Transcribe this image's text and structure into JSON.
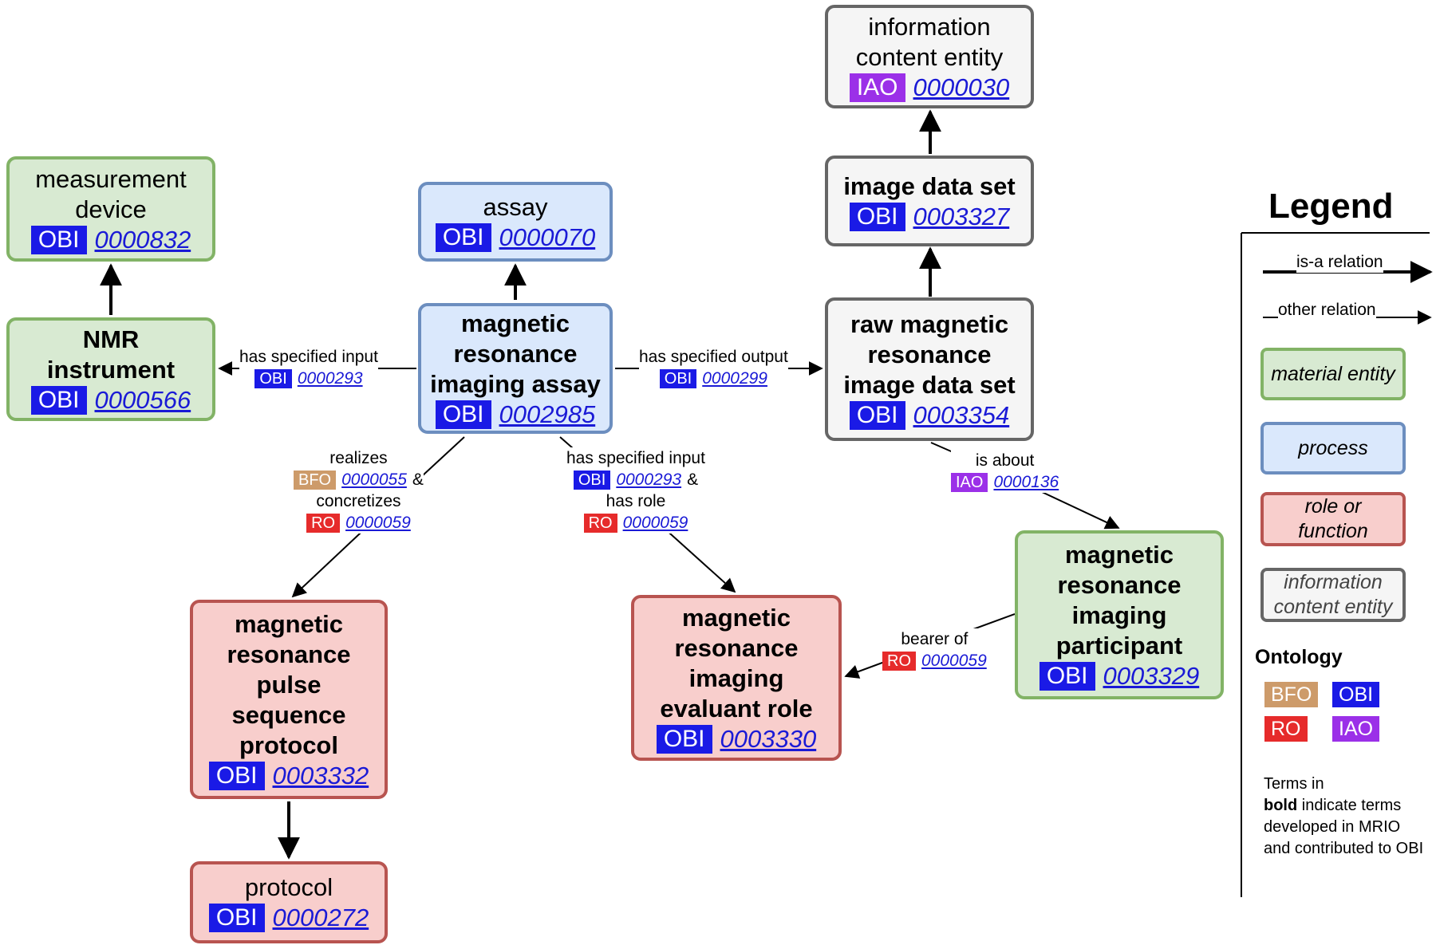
{
  "nodes": {
    "information_content_entity": {
      "title": "information content entity",
      "ontology": "IAO",
      "id": "0000030"
    },
    "image_data_set": {
      "title": "image data set",
      "ontology": "OBI",
      "id": "0003327"
    },
    "raw_mr_image_data_set": {
      "title": "raw magnetic resonance image data set",
      "ontology": "OBI",
      "id": "0003354"
    },
    "measurement_device": {
      "title": "measurement device",
      "ontology": "OBI",
      "id": "0000832"
    },
    "nmr_instrument": {
      "title": "NMR instrument",
      "ontology": "OBI",
      "id": "0000566"
    },
    "assay": {
      "title": "assay",
      "ontology": "OBI",
      "id": "0000070"
    },
    "mri_assay": {
      "title": "magnetic resonance imaging assay",
      "ontology": "OBI",
      "id": "0002985"
    },
    "mri_participant": {
      "title": "magnetic resonance imaging participant",
      "ontology": "OBI",
      "id": "0003329"
    },
    "mri_evaluant_role": {
      "title": "magnetic resonance imaging evaluant role",
      "ontology": "OBI",
      "id": "0003330"
    },
    "mr_pulse_sequence_protocol": {
      "title": "magnetic resonance pulse sequence protocol",
      "ontology": "OBI",
      "id": "0003332"
    },
    "protocol": {
      "title": "protocol",
      "ontology": "OBI",
      "id": "0000272"
    }
  },
  "edge_labels": {
    "has_input_nmr": {
      "text": "has specified input",
      "ontology": "OBI",
      "id": "0000293"
    },
    "has_output": {
      "text": "has specified output",
      "ontology": "OBI",
      "id": "0000299"
    },
    "realizes": {
      "text1": "realizes",
      "ontology1": "BFO",
      "id1": "0000055",
      "amp": "&",
      "text2": "concretizes",
      "ontology2": "RO",
      "id2": "0000059"
    },
    "has_input_role": {
      "text1": "has specified input",
      "ontology1": "OBI",
      "id1": "0000293",
      "amp": "&",
      "text2": "has role",
      "ontology2": "RO",
      "id2": "0000059"
    },
    "is_about": {
      "text": "is about",
      "ontology": "IAO",
      "id": "0000136"
    },
    "bearer_of": {
      "text": "bearer of",
      "ontology": "RO",
      "id": "0000059"
    }
  },
  "legend": {
    "title": "Legend",
    "is_a": "is-a relation",
    "other": "other relation",
    "material": "material entity",
    "process": "process",
    "role": "role or function",
    "info": "information content entity",
    "ontology_title": "Ontology",
    "ontologies": [
      "BFO",
      "OBI",
      "RO",
      "IAO"
    ],
    "note_pre": "Terms in",
    "note_bold": "bold",
    "note_post": "indicate terms developed in MRIO and contributed to OBI"
  },
  "colors": {
    "BFO": "#cd9b6a",
    "OBI": "#1a1ae6",
    "RO": "#e62b2b",
    "IAO": "#9b30e8",
    "material_fill": "#d8ead2",
    "process_fill": "#dae8fc",
    "role_fill": "#f8cecc",
    "info_fill": "#f5f5f5"
  }
}
